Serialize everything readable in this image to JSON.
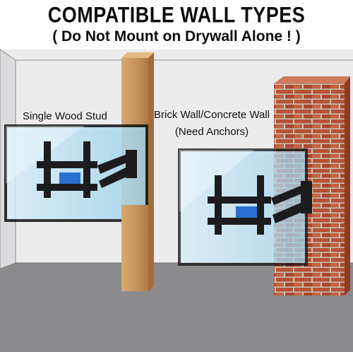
{
  "header": {
    "title": "COMPATIBLE WALL TYPES",
    "subtitle": "( Do Not Mount on Drywall Alone ! )"
  },
  "labels": {
    "single_wood_stud": "Single Wood Stud",
    "brick_wall_line1": "Brick Wall/Concrete Wall",
    "brick_wall_line2": "(Need Anchors)"
  },
  "colors": {
    "wall": "#e9e9ea",
    "floor": "#8b8b8d",
    "wood": "#c8955e",
    "brick": "#b8553a",
    "screen_glow": "#bfe3f2",
    "mount": "#1c1c1e"
  }
}
